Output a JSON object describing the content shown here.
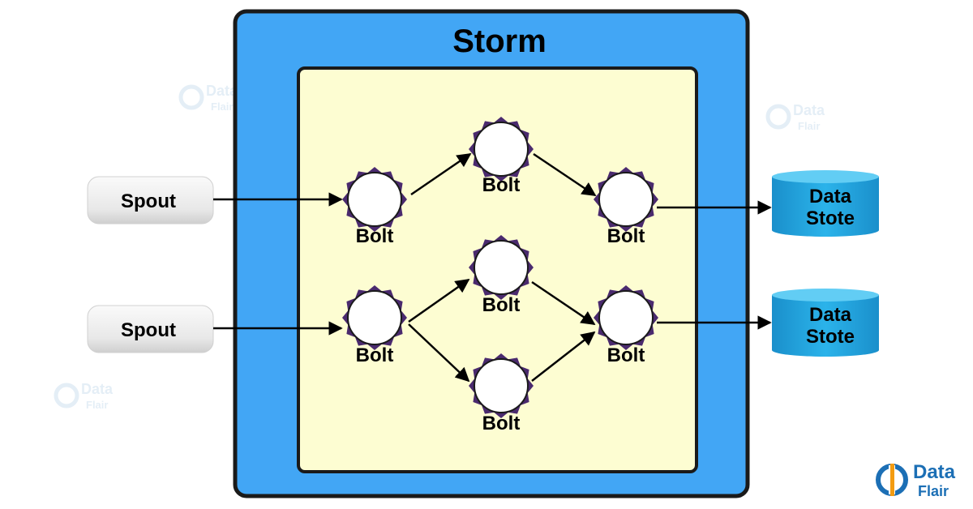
{
  "storm": {
    "title": "Storm"
  },
  "spouts": [
    {
      "label": "Spout"
    },
    {
      "label": "Spout"
    }
  ],
  "bolts": [
    {
      "label": "Bolt"
    },
    {
      "label": "Bolt"
    },
    {
      "label": "Bolt"
    },
    {
      "label": "Bolt"
    },
    {
      "label": "Bolt"
    },
    {
      "label": "Bolt"
    },
    {
      "label": "Bolt"
    }
  ],
  "data_stores": [
    {
      "line1": "Data",
      "line2": "Stote"
    },
    {
      "line1": "Data",
      "line2": "Stote"
    }
  ],
  "brand": {
    "line1": "Data",
    "line2": "Flair"
  },
  "colors": {
    "storm_blue": "#42a6f5",
    "inner_yellow": "#fdfdd2",
    "bolt_ring": "#4a2a6e",
    "db_blue": "#1ea6df",
    "brand_blue": "#1c6fb5",
    "brand_orange": "#f39c12"
  }
}
